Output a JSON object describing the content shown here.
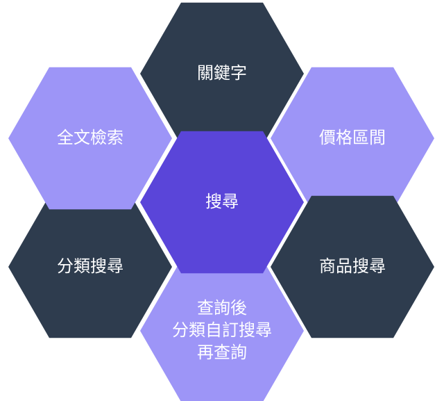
{
  "diagram": {
    "colors": {
      "center": "#5a45d9",
      "dark": "#2e3c4e",
      "light": "#9d95f7",
      "label": "#ffffff"
    },
    "center": {
      "name": "hex-center-search",
      "lines": [
        "搜尋"
      ],
      "color": "center"
    },
    "petals": [
      {
        "name": "hex-keyword",
        "position": "top",
        "lines": [
          "關鍵字"
        ],
        "color": "dark"
      },
      {
        "name": "hex-price-range",
        "position": "top-right",
        "lines": [
          "價格區間"
        ],
        "color": "light"
      },
      {
        "name": "hex-product-search",
        "position": "bottom-right",
        "lines": [
          "商品搜尋"
        ],
        "color": "dark"
      },
      {
        "name": "hex-refine-search",
        "position": "bottom",
        "lines": [
          "查詢後",
          "分類自訂搜尋",
          "再查詢"
        ],
        "color": "light"
      },
      {
        "name": "hex-category-search",
        "position": "bottom-left",
        "lines": [
          "分類搜尋"
        ],
        "color": "dark"
      },
      {
        "name": "hex-fulltext-search",
        "position": "top-left",
        "lines": [
          "全文檢索"
        ],
        "color": "light"
      }
    ]
  }
}
